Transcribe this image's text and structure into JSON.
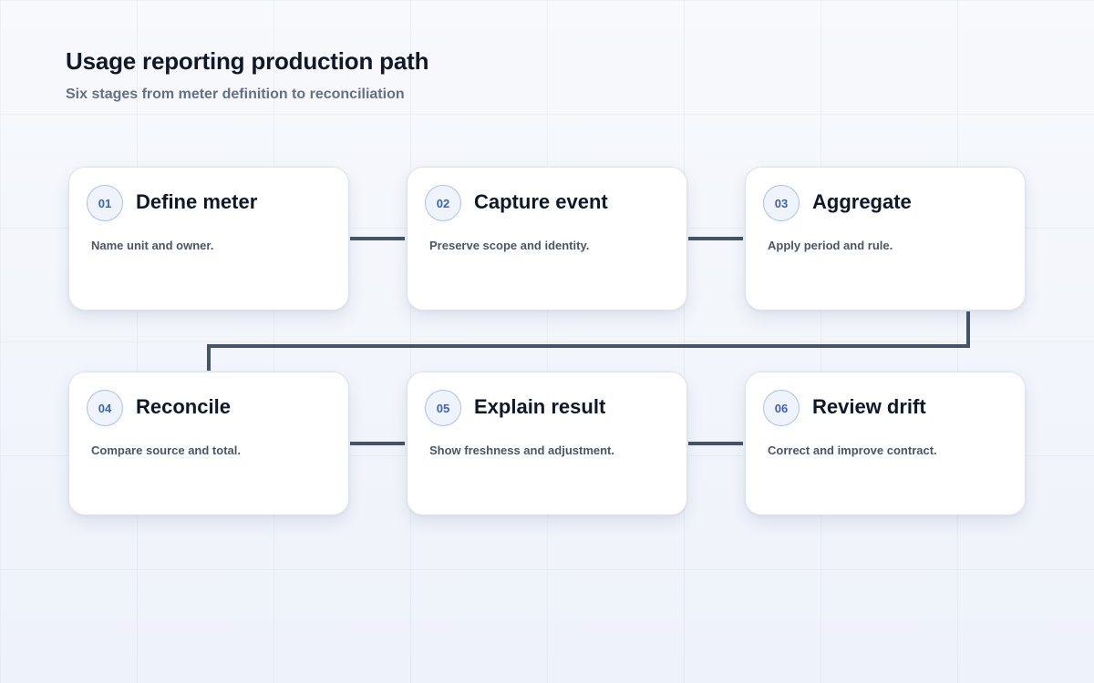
{
  "header": {
    "title": "Usage reporting production path",
    "subtitle": "Six stages from meter definition to reconciliation"
  },
  "colors": {
    "connector": "#475467",
    "badge_border": "#a9c2ea",
    "badge_text": "#3a63b5"
  },
  "stages": [
    {
      "number": "01",
      "title": "Define meter",
      "description": "Name unit and owner."
    },
    {
      "number": "02",
      "title": "Capture event",
      "description": "Preserve scope and identity."
    },
    {
      "number": "03",
      "title": "Aggregate",
      "description": "Apply period and rule."
    },
    {
      "number": "04",
      "title": "Reconcile",
      "description": "Compare source and total."
    },
    {
      "number": "05",
      "title": "Explain result",
      "description": "Show freshness and adjustment."
    },
    {
      "number": "06",
      "title": "Review drift",
      "description": "Correct and improve contract."
    }
  ]
}
